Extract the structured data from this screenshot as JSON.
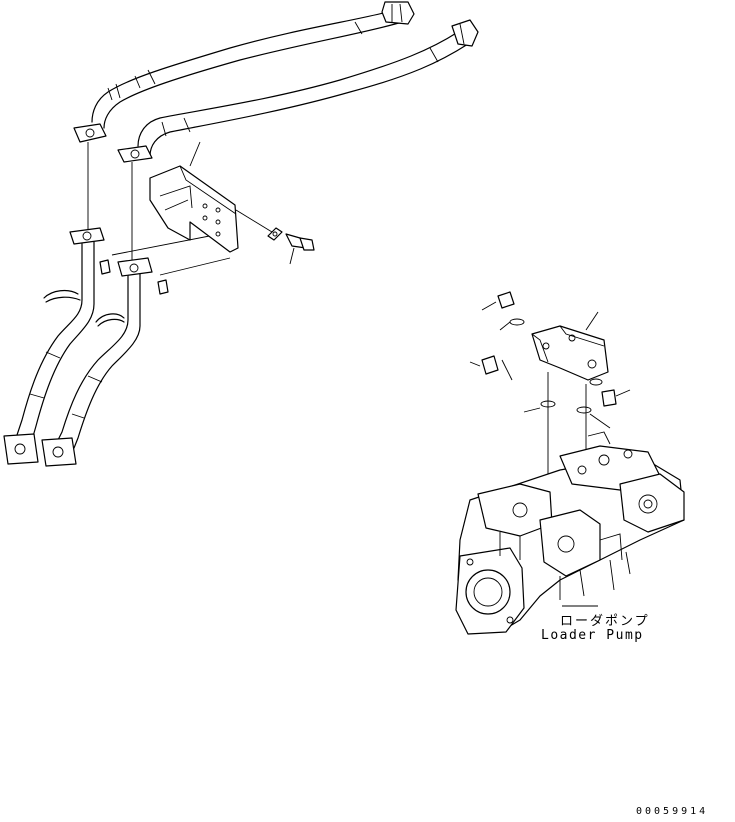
{
  "labels": {
    "japanese": "ローダポンプ",
    "english": "Loader Pump"
  },
  "drawing_number": "00059914"
}
